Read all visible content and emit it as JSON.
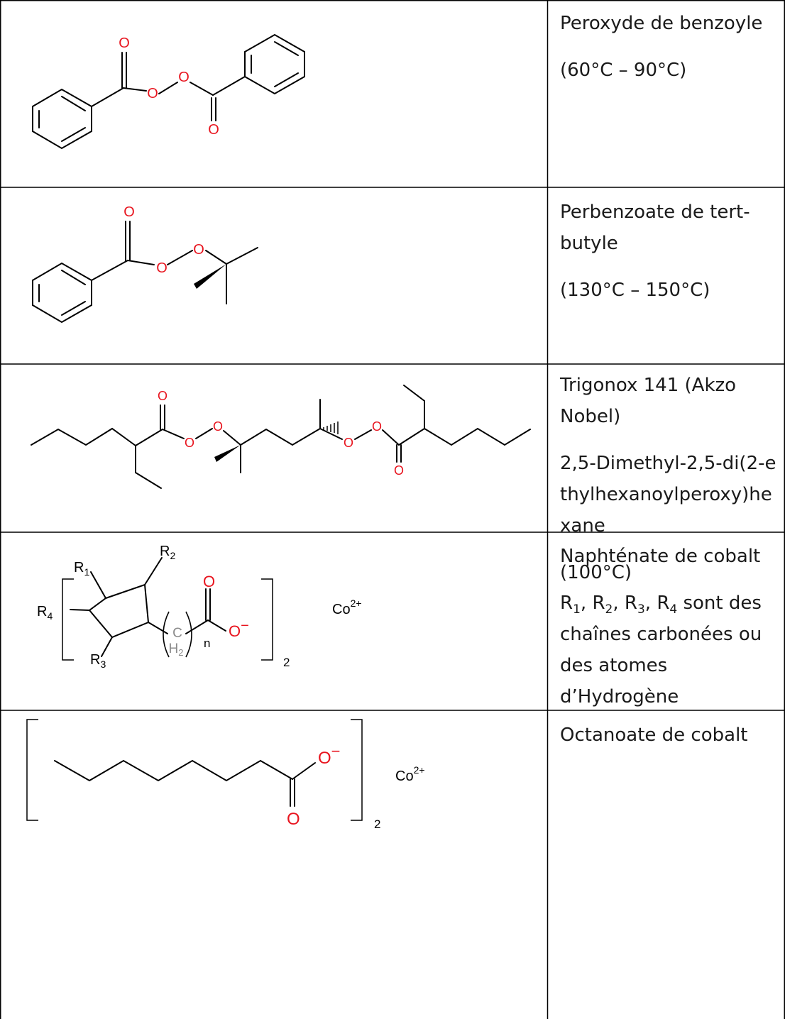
{
  "rows": [
    {
      "name": "Peroxyde de benzoyle",
      "temp": "(60°C – 90°C)"
    },
    {
      "name": "Perbenzoate de tert-butyle",
      "temp": "(130°C – 150°C)"
    },
    {
      "name": "Trigonox 141 (Akzo Nobel)",
      "iupac": "2,5-Dimethyl-2,5-di(2-ethylhexanoylperoxy)hexane",
      "temp": "(100°C)"
    },
    {
      "name": "Naphténate de cobalt",
      "desc": {
        "r1": "R",
        "s1": "1",
        "sep1": ", ",
        "r2": "R",
        "s2": "2",
        "sep2": ", ",
        "r3": "R",
        "s3": "3",
        "sep3": ", ",
        "r4": "R",
        "s4": "4",
        "rest": " sont des chaînes carbonées ou des atomes d’Hydrogène"
      }
    },
    {
      "name": "Octanoate de cobalt"
    }
  ],
  "structure_labels": {
    "O": "O",
    "R": "R",
    "sub1": "1",
    "sub2": "2",
    "sub3": "3",
    "sub4": "4",
    "C": "C",
    "H": "H",
    "n": "n",
    "minus": "−",
    "co": "Co",
    "co_charge": "2+",
    "bracket_count": "2"
  },
  "colors": {
    "border": "#000000",
    "oxygen": "#e8141e",
    "ch2": "#8a8a8a",
    "text": "#1a1a1a"
  }
}
